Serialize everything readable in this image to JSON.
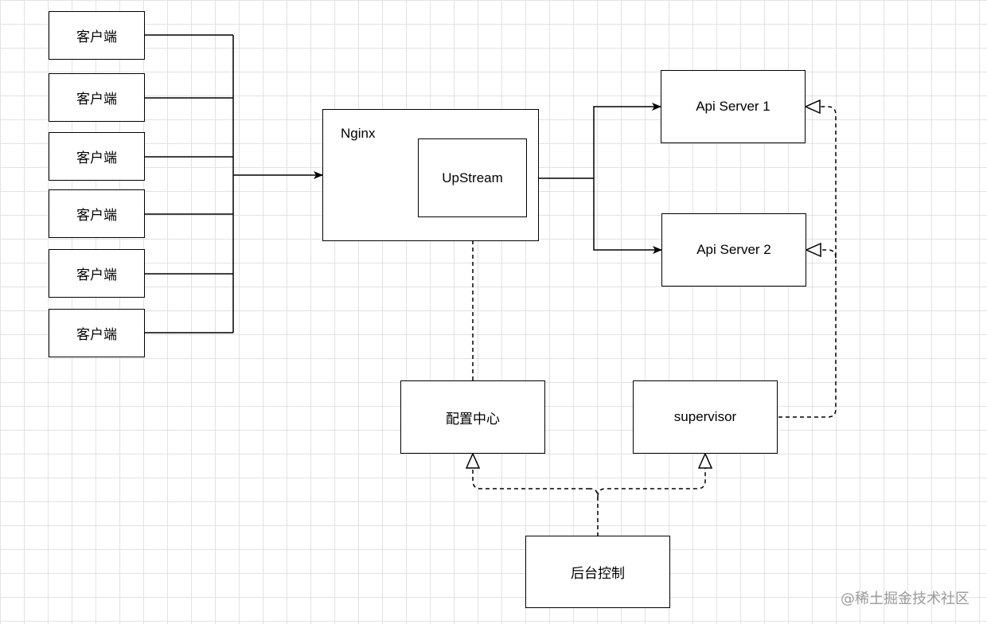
{
  "nodes": {
    "clients": [
      "客户端",
      "客户端",
      "客户端",
      "客户端",
      "客户端",
      "客户端"
    ],
    "nginx": "Nginx",
    "upstream": "UpStream",
    "api_server_1": "Api Server 1",
    "api_server_2": "Api Server 2",
    "config_center": "配置中心",
    "supervisor": "supervisor",
    "admin": "后台控制"
  },
  "watermark": "@稀土掘金技术社区"
}
